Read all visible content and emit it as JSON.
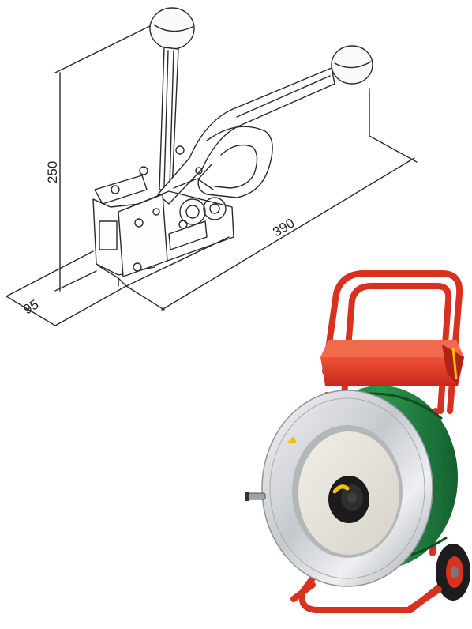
{
  "drawing": {
    "dimensions": {
      "height": "250",
      "length": "390",
      "width": "95"
    }
  },
  "colors": {
    "cart_frame": "#d8311f",
    "tray": "#e4402a",
    "strap_roll": "#1f7a3c",
    "disc_rim": "#c9cdd2",
    "disc_face": "#e9e6df",
    "hub": "#1b1b1b",
    "accent_yellow": "#f2c200",
    "line_art": "#2a2a2a"
  }
}
